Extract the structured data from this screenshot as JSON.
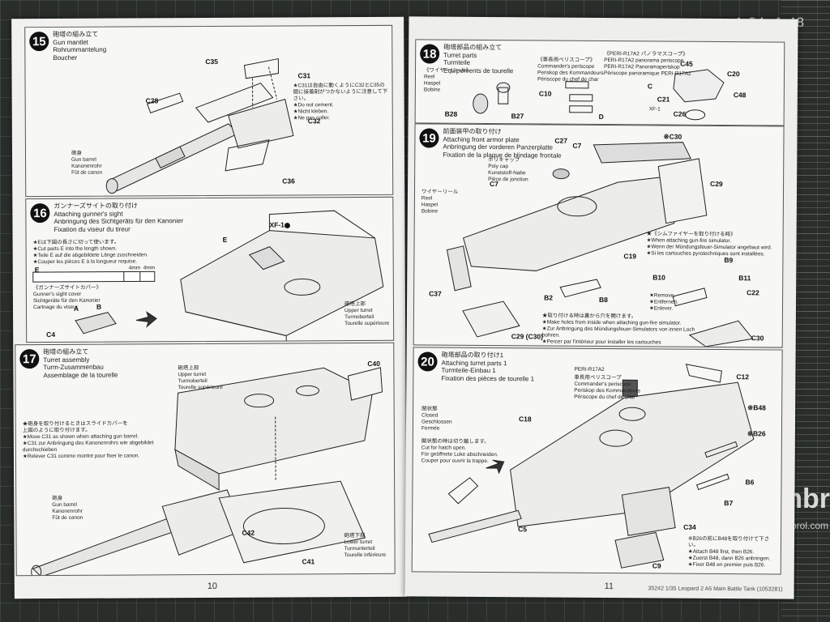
{
  "mat": {
    "scale_top": "1:24",
    "scale_right": "1:48",
    "brand": "umbr",
    "url": "umbrol.com"
  },
  "left_page": {
    "page_number": "10",
    "steps": [
      {
        "number": "15",
        "title": [
          "砲塔の組み立て",
          "Gun mantlet",
          "Rohrummantelung",
          "Boucher"
        ],
        "parts": [
          "C35",
          "C31",
          "C28",
          "C32",
          "C36"
        ],
        "notes": [
          "★C31は自由に動くようにC32とC35の間に接着剤がつかないように注意して下さい。",
          "★Do not cement.",
          "★Nicht kleben.",
          "★Ne pas coller."
        ],
        "barrel": [
          "砲身",
          "Gun barrel",
          "Kanonenrohr",
          "Fût de canon"
        ]
      },
      {
        "number": "16",
        "title": [
          "ガンナーズサイトの取り付け",
          "Attaching gunner's sight",
          "Anbringung des Sichtgeräts für den Kanonier",
          "Fixation du viseur du tireur"
        ],
        "parts": [
          "XF-1",
          "E",
          "E",
          "A",
          "B",
          "C4"
        ],
        "notes": [
          "★Eは下図の長さに切って使います。",
          "★Cut parts E into the length shown.",
          "★Teile E auf die abgebildete Länge zuschneiden.",
          "★Couper les pièces E à la longueur requise."
        ],
        "ruler": [
          "4mm",
          "4mm"
        ],
        "cover": [
          "《ガンナーズサイトカバー》",
          "Gunner's sight cover",
          "Sichtgeräte für den Kanonier",
          "Cartnage du viseur"
        ],
        "upper": [
          "砲塔上部",
          "Upper turret",
          "Turmoberteil",
          "Tourelle supérieure"
        ]
      },
      {
        "number": "17",
        "title": [
          "砲塔の組み立て",
          "Turret assembly",
          "Turm-Zusammenbau",
          "Assemblage de la tourelle"
        ],
        "parts": [
          "C40",
          "C42",
          "C41"
        ],
        "upper": [
          "砲塔上部",
          "Upper turret",
          "Turmoberteil",
          "Tourelle supérieure"
        ],
        "notes": [
          "★砲身を取り付けるときはスライドカバーを",
          "上図のように取り付けます。",
          "★Move C31 as shown when attaching gun barrel.",
          "★C31 zur Anbringung des Kanonenrohrs wie abgebildet durchschieben",
          "★Relever C31 comme montré pour fixer le canon."
        ],
        "barrel": [
          "砲身",
          "Gun barrel",
          "Kanonenrohr",
          "Fût de canon"
        ],
        "lower": [
          "砲塔下部",
          "Lower turret",
          "Turmunterteil",
          "Tourelle inférieure"
        ]
      }
    ]
  },
  "right_page": {
    "page_number": "11",
    "footer": "35242  1/35 Leopard 2 A5 Main Battle Tank (1053281)",
    "steps": [
      {
        "number": "18",
        "title": [
          "砲塔部品の組み立て",
          "Turret parts",
          "Turmteile",
          "Equipements de tourelle"
        ],
        "reel": [
          "《ワイヤーリール》",
          "Reel",
          "Haspel",
          "Bobine"
        ],
        "periscope": [
          "《車長用ペリスコープ》",
          "Commander's periscope",
          "Periskop des Kommandeurs",
          "Périscope du chef de char"
        ],
        "peri": [
          "《PERI-R17A2 パノラマスコープ》",
          "PERI-R17A2 panorama periscope",
          "PERI-R17A2 Panoramaperiskop",
          "Périscope panoramique PERI-R17A2"
        ],
        "parts": [
          "B28",
          "B27",
          "C10",
          "D",
          "C45",
          "C20",
          "C",
          "C21",
          "C48",
          "XF-1",
          "C26"
        ]
      },
      {
        "number": "19",
        "title": [
          "前面装甲の取り付け",
          "Attaching front armor plate",
          "Anbringung der vorderen Panzerplatte",
          "Fixation de la plaque de blindage frontale"
        ],
        "polycap": [
          "ポリキャップ",
          "Poly cap",
          "Kunststoff-Nabe",
          "Pièce de jonction"
        ],
        "reel": [
          "ワイヤーリール",
          "Reel",
          "Haspel",
          "Bobine"
        ],
        "parts": [
          "※C30",
          "C27",
          "C7",
          "C7",
          "C29",
          "C19",
          "B2",
          "B8",
          "C37",
          "C29 (C30)",
          "B9",
          "B10",
          "B11",
          "C22",
          "C30"
        ],
        "sim": [
          "★《シムファイヤーを取り付ける時》",
          "★When attaching gun-fire simulator.",
          "★Wenn der Mündungsfeuer-Simulator angebaut wird.",
          "★Si les cartouches pyrotechniques sont installées."
        ],
        "remove": [
          "★Remove.",
          "★Entfernen.",
          "★Enlever."
        ],
        "holes": [
          "★取り付ける時は裏から穴を開けます。",
          "★Make holes from inside when attaching gun-fire simulator.",
          "★Zur Anbringung des Mündungsfeuer-Simulators von innen Loch bohren.",
          "★Percer par l'intérieur pour installer les cartouches pyrotechniques."
        ]
      },
      {
        "number": "20",
        "title": [
          "砲塔部品の取り付け1",
          "Attaching turret parts 1",
          "Turmteile-Einbau 1",
          "Fixation des pièces de tourelle 1"
        ],
        "peri": "PERI-R17A2",
        "periscope": [
          "車長用ペリスコープ",
          "Commander's periscope",
          "Periskop des Kommandeurs",
          "Périscope du chef de char"
        ],
        "closed": [
          "閉状態",
          "Closed",
          "Geschlossen",
          "Fermée"
        ],
        "cut": [
          "開状態の時は切り離します。",
          "Cut for hatch open.",
          "Für geöffnete Luke abschneiden.",
          "Couper pour ouvrir la trappe."
        ],
        "parts": [
          "C12",
          "C18",
          "※B48",
          "※B26",
          "B6",
          "B7",
          "C5",
          "C34",
          "C9"
        ],
        "order": [
          "※B26の前にB48を取り付けて下さい。",
          "★Attach B48 first, then B26.",
          "★Zuerst B48, dann B26 anbringen.",
          "★Fixer B48 en premier puis B26."
        ]
      }
    ]
  }
}
